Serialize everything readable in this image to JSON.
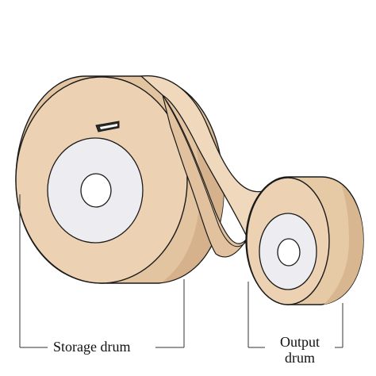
{
  "labels": {
    "storage_drum": "Storage drum",
    "output_drum_line1": "Output",
    "output_drum_line2": "drum"
  },
  "colors": {
    "tape": "#edd5b8",
    "tape_shadow": "#dcbc98",
    "tape_edge": "#d2ae88",
    "hub": "#ededf1",
    "hole": "#ffffff",
    "outline": "#1a1a1a",
    "dimension_line": "#333333"
  }
}
